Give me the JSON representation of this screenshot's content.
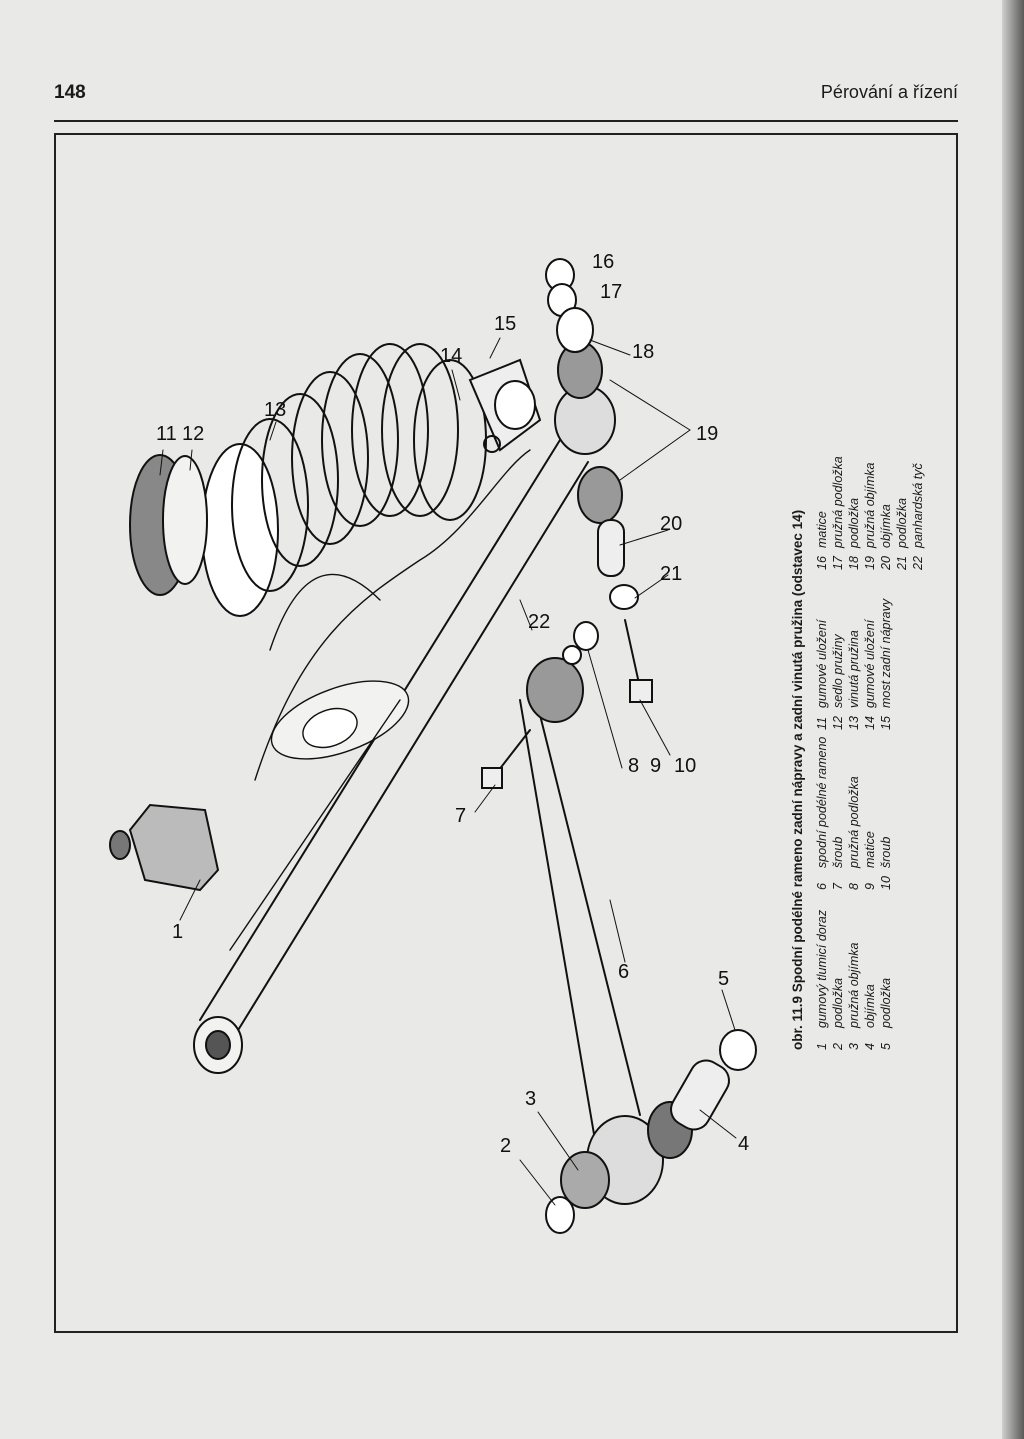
{
  "header": {
    "page_number": "148",
    "section_title": "Pérování a řízení"
  },
  "figure": {
    "caption": "obr. 11.9 Spodní podélné rameno zadní nápravy a zadní vinutá pružina (odstavec 14)",
    "callouts": [
      "1",
      "2",
      "3",
      "4",
      "5",
      "6",
      "7",
      "8",
      "9",
      "10",
      "11",
      "12",
      "13",
      "14",
      "15",
      "16",
      "17",
      "18",
      "19",
      "20",
      "21",
      "22"
    ]
  },
  "legend": {
    "columns": [
      [
        {
          "num": "1",
          "text": "gumový tlumicí doraz"
        },
        {
          "num": "2",
          "text": "podložka"
        },
        {
          "num": "3",
          "text": "pružná objímka"
        },
        {
          "num": "4",
          "text": "objímka"
        },
        {
          "num": "5",
          "text": "podložka"
        }
      ],
      [
        {
          "num": "6",
          "text": "spodní podélné rameno"
        },
        {
          "num": "7",
          "text": "šroub"
        },
        {
          "num": "8",
          "text": "pružná podložka"
        },
        {
          "num": "9",
          "text": "matice"
        },
        {
          "num": "10",
          "text": "šroub"
        }
      ],
      [
        {
          "num": "11",
          "text": "gumové uložení"
        },
        {
          "num": "12",
          "text": "sedlo pružiny"
        },
        {
          "num": "13",
          "text": "vinutá pružina"
        },
        {
          "num": "14",
          "text": "gumové uložení"
        },
        {
          "num": "15",
          "text": "most zadní nápravy"
        }
      ],
      [
        {
          "num": "16",
          "text": "matice"
        },
        {
          "num": "17",
          "text": "pružná podložka"
        },
        {
          "num": "18",
          "text": "podložka"
        },
        {
          "num": "19",
          "text": "pružná objímka"
        },
        {
          "num": "20",
          "text": "objímka"
        },
        {
          "num": "21",
          "text": "podložka"
        },
        {
          "num": "22",
          "text": "panhardská tyč"
        }
      ]
    ]
  }
}
